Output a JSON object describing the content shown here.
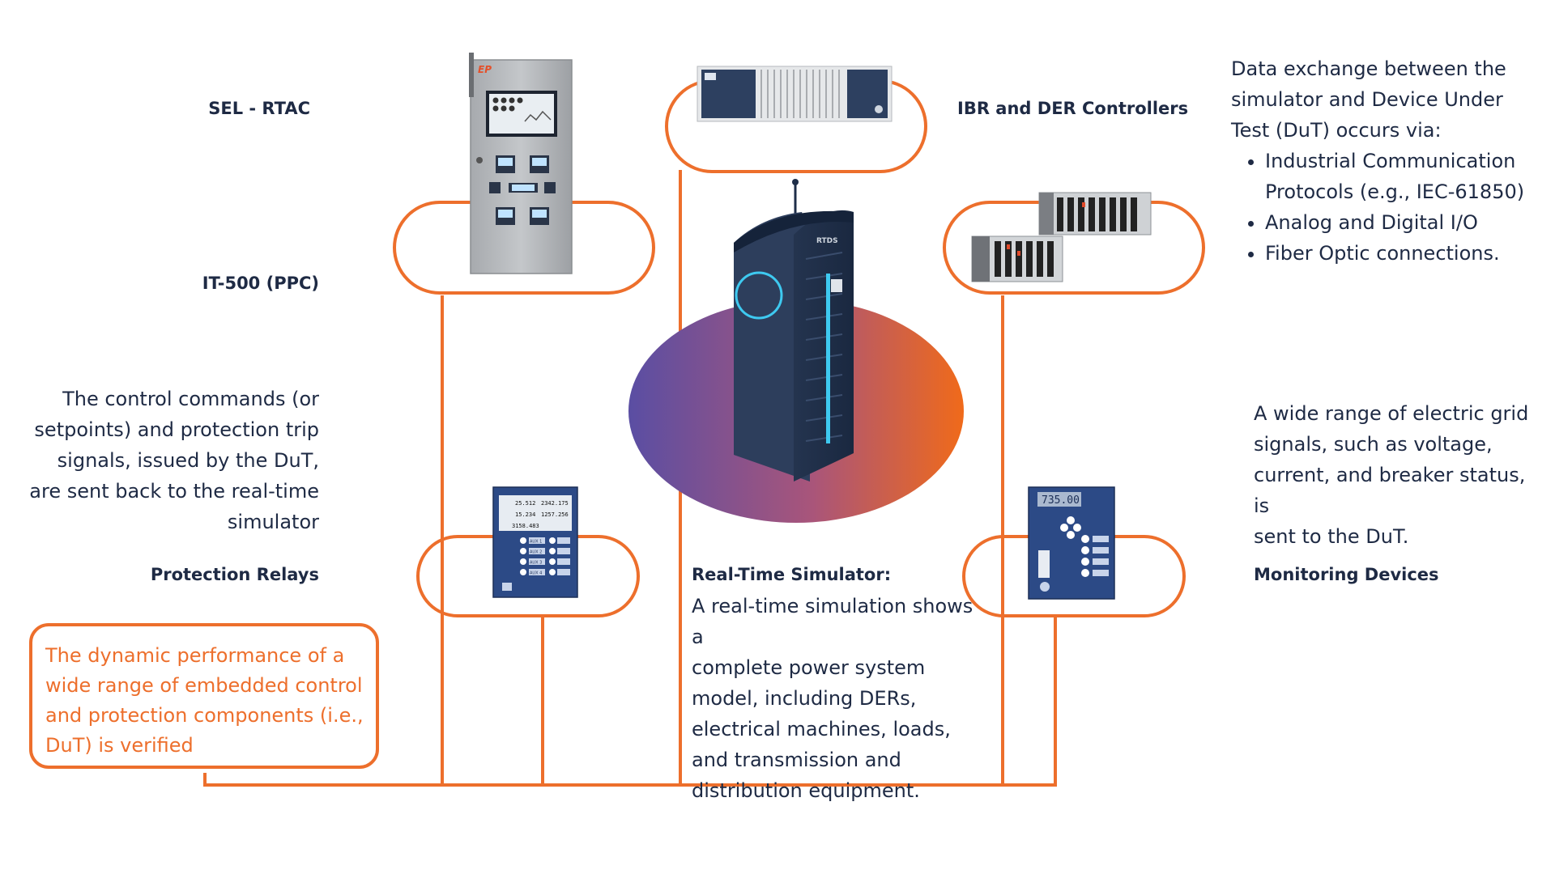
{
  "colors": {
    "accent": "#ed6f2c",
    "text": "#1e2a44",
    "simulator_body": "#1f2e49",
    "simulator_glow": "#3ec9f0",
    "ellipse_left": "#5a4ea3",
    "ellipse_right": "#f06a1a"
  },
  "device_labels": {
    "sel_rtac": "SEL - RTAC",
    "it500": "IT-500 (PPC)",
    "ibr_der": "IBR and DER Controllers",
    "protection_relays": "Protection Relays",
    "monitoring_devices": "Monitoring Devices",
    "simulator_logo": "RTDS"
  },
  "simulator": {
    "title": "Real-Time Simulator:",
    "description_lines": [
      "A real-time simulation shows a",
      "complete power system",
      "model, including DERs,",
      "electrical machines, loads,",
      "and transmission and",
      "distribution equipment."
    ]
  },
  "control_commands_lines": [
    "The control commands (or",
    "setpoints) and protection trip",
    "signals, issued by the DuT,",
    "are sent back to the real-time",
    "simulator"
  ],
  "grid_signals_lines": [
    "A wide range of electric grid",
    "signals, such as voltage,",
    "current, and breaker status, is",
    "sent to the DuT."
  ],
  "data_exchange": {
    "intro_lines": [
      "Data exchange between the",
      "simulator and Device Under",
      "Test (DuT) occurs via:"
    ],
    "bullets": [
      "Industrial Communication Protocols (e.g., IEC-61850)",
      "Analog and Digital I/O",
      "Fiber Optic connections."
    ]
  },
  "verification_lines": [
    "The dynamic performance of a",
    "wide range of embedded control",
    "and protection components (i.e.,",
    "DuT) is verified"
  ],
  "relay_screen": {
    "values": [
      "25.512",
      "2342.175",
      "15.234",
      "1257.256",
      "3158.483"
    ],
    "buttons": [
      "AUX 1",
      "AUX 2",
      "AUX 3",
      "AUX 4"
    ]
  },
  "monitor_screen": {
    "value": "735.00"
  },
  "rtac_screen": {
    "brand": "EP"
  }
}
